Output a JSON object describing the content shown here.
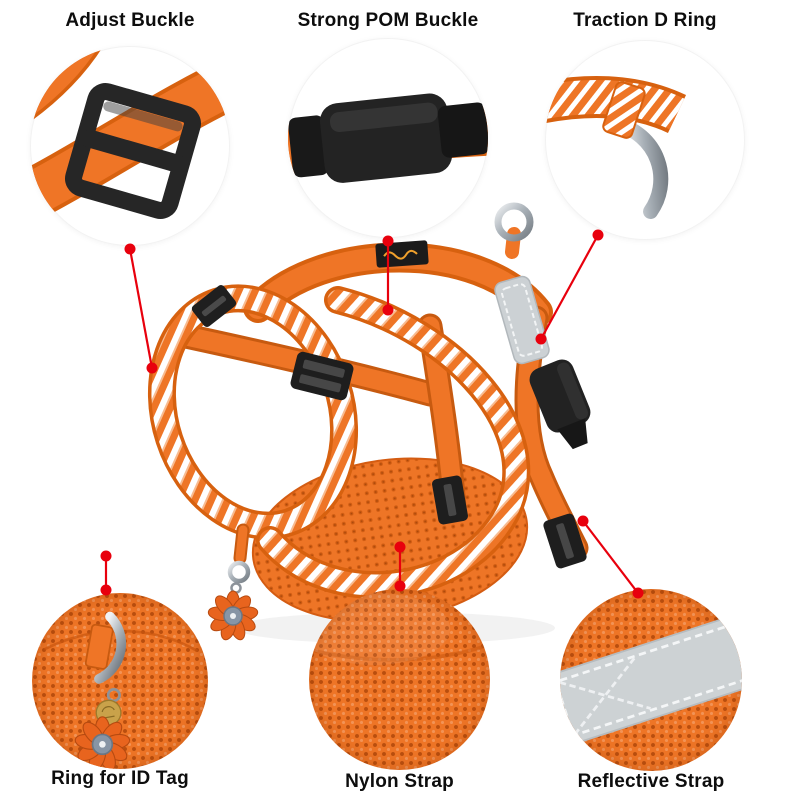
{
  "page": {
    "type": "product-feature-callout-image",
    "background": "#ffffff",
    "subject": "Orange dog harness with six zoomed feature callouts"
  },
  "callouts": {
    "adjust_buckle": {
      "label": "Adjust Buckle"
    },
    "strong_pom_buckle": {
      "label": "Strong POM Buckle"
    },
    "traction_d_ring": {
      "label": "Traction D Ring"
    },
    "ring_for_id_tag": {
      "label": "Ring for ID Tag"
    },
    "nylon_strap": {
      "label": "Nylon Strap"
    },
    "reflective_strap": {
      "label": "Reflective Strap"
    }
  },
  "colors": {
    "harness_orange": "#ee7526",
    "harness_orange_dark": "#c75a10",
    "rope_stripe": "#ffffff",
    "buckle_black": "#232323",
    "metal_silver": "#a7afb6",
    "reflective_gray": "#cdd2d4",
    "annotation_red": "#e8000d",
    "label_text": "#0d0d0d"
  }
}
